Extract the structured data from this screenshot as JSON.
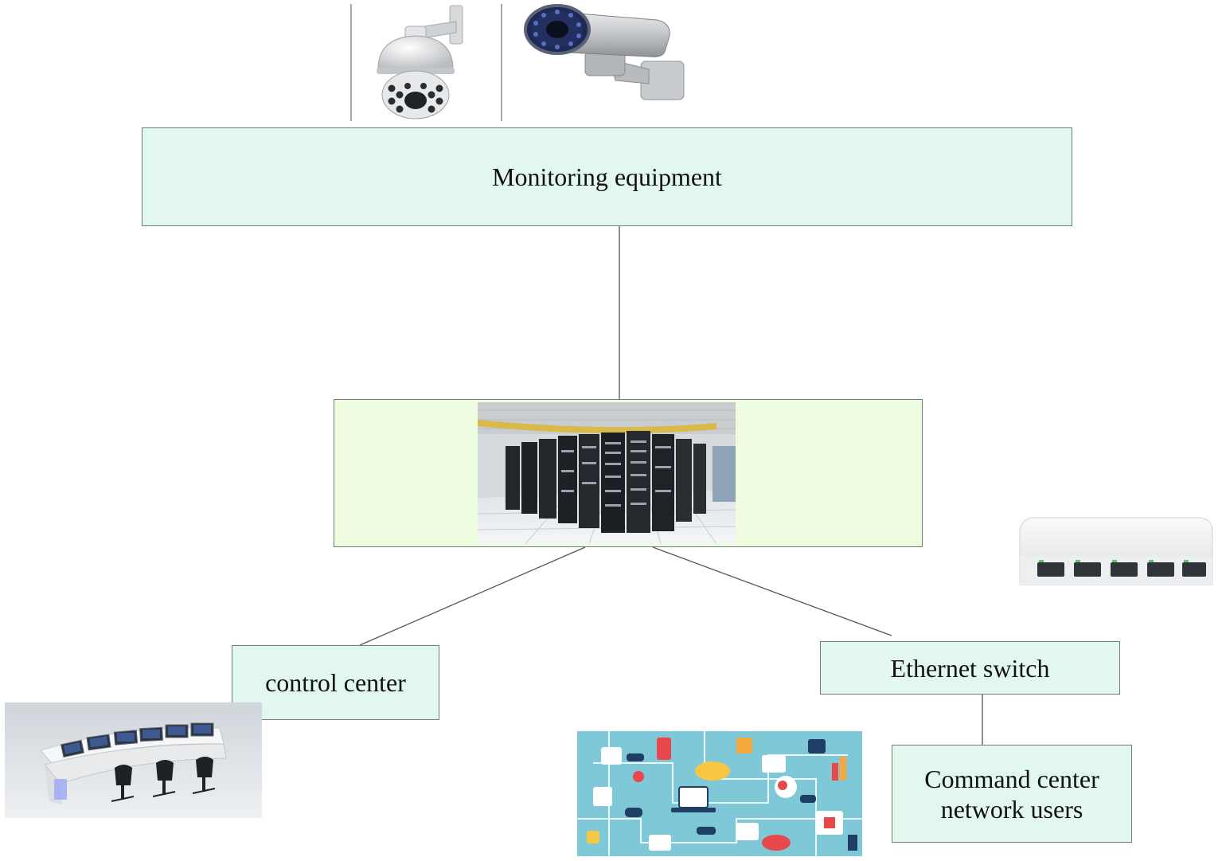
{
  "nodes": {
    "monitoring": {
      "label": "Monitoring equipment"
    },
    "control_center": {
      "label": "control center"
    },
    "ethernet_switch": {
      "label": "Ethernet switch"
    },
    "network_users": {
      "label_line1": "Command center",
      "label_line2": "network users"
    }
  },
  "colors": {
    "monitoring_fill": "#e2f8ee",
    "server_fill": "#eefcdf",
    "node_fill": "#e2f8ee",
    "line": "#555555"
  },
  "icons": [
    "ptz-dome-camera-icon",
    "bullet-camera-icon",
    "server-room-photo",
    "network-switch-icon",
    "control-console-photo",
    "network-pattern-illustration"
  ]
}
